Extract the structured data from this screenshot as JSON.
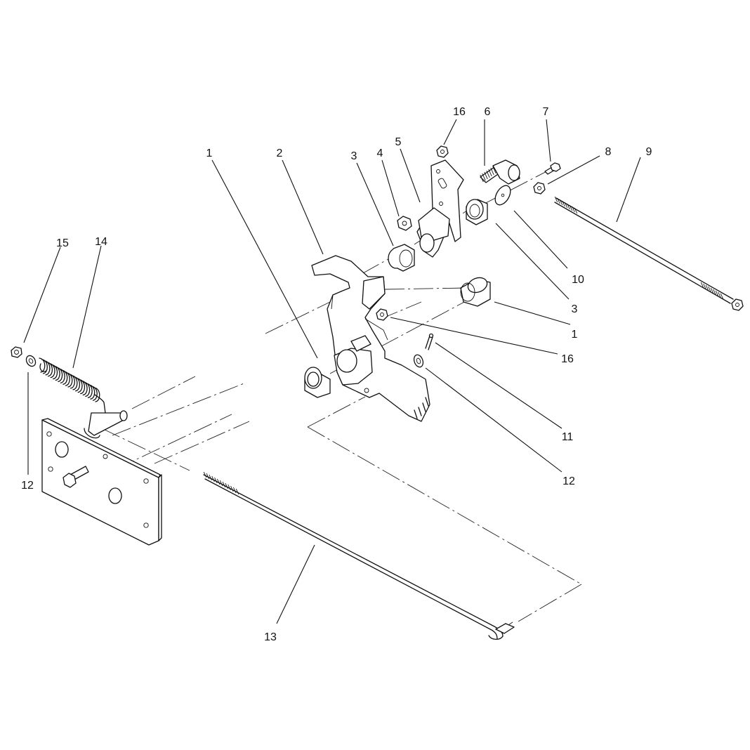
{
  "callouts": [
    {
      "id": "c1a",
      "label": "1"
    },
    {
      "id": "c2",
      "label": "2"
    },
    {
      "id": "c3a",
      "label": "3"
    },
    {
      "id": "c4",
      "label": "4"
    },
    {
      "id": "c5",
      "label": "5"
    },
    {
      "id": "c16a",
      "label": "16"
    },
    {
      "id": "c6",
      "label": "6"
    },
    {
      "id": "c7",
      "label": "7"
    },
    {
      "id": "c8",
      "label": "8"
    },
    {
      "id": "c9",
      "label": "9"
    },
    {
      "id": "c10",
      "label": "10"
    },
    {
      "id": "c3b",
      "label": "3"
    },
    {
      "id": "c1b",
      "label": "1"
    },
    {
      "id": "c16b",
      "label": "16"
    },
    {
      "id": "c11",
      "label": "11"
    },
    {
      "id": "c12a",
      "label": "12"
    },
    {
      "id": "c15",
      "label": "15"
    },
    {
      "id": "c14",
      "label": "14"
    },
    {
      "id": "c12b",
      "label": "12"
    },
    {
      "id": "c13",
      "label": "13"
    }
  ]
}
